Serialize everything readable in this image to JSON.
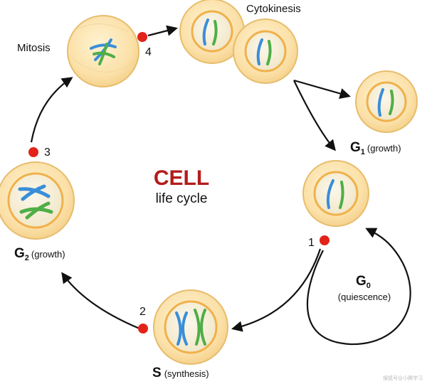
{
  "title": {
    "main": "CELL",
    "sub": "life cycle"
  },
  "phases": {
    "mitosis": "Mitosis",
    "cytokinesis": "Cytokinesis",
    "g1": {
      "letter": "G",
      "subscript": "1",
      "note": "(growth)"
    },
    "g2": {
      "letter": "G",
      "subscript": "2",
      "note": "(growth)"
    },
    "s": {
      "letter": "S",
      "note": "(synthesis)"
    },
    "g0": {
      "letter": "G",
      "subscript": "0",
      "note": "(quiescence)"
    }
  },
  "checkpoints": [
    "1",
    "2",
    "3",
    "4"
  ],
  "watermark": "搜狐号@小腾学习",
  "colors": {
    "title_red": "#b31b1b",
    "checkpoint_red": "#e2231a",
    "cell_fill": "#fbe0a8",
    "cell_outline": "#e7bd6d",
    "nucleus_ring": "#f0b14a",
    "nucleus_fill": "#f7f0dc",
    "chromosome_blue": "#3a8ed8",
    "chromosome_green": "#4fae47",
    "arrow": "#111111"
  }
}
